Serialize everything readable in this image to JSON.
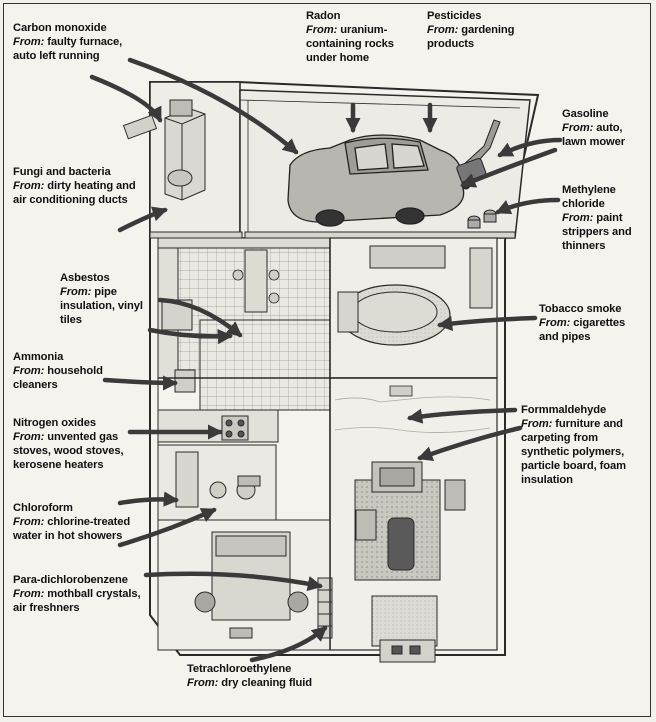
{
  "labels": {
    "carbon_monoxide": {
      "name": "Carbon monoxide",
      "from": "From:",
      "source": "faulty furnace, auto left running"
    },
    "radon": {
      "name": "Radon",
      "from": "From:",
      "source": "uranium-containing rocks under home"
    },
    "pesticides": {
      "name": "Pesticides",
      "from": "From:",
      "source": "gardening products"
    },
    "gasoline": {
      "name": "Gasoline",
      "from": "From:",
      "source": "auto, lawn mower"
    },
    "fungi": {
      "name": "Fungi and bacteria",
      "from": "From:",
      "source": "dirty heating and air conditioning ducts"
    },
    "methylene": {
      "name": "Methylene chloride",
      "from": "From:",
      "source": "paint strippers and thinners"
    },
    "asbestos": {
      "name": "Asbestos",
      "from": "From:",
      "source": "pipe insulation, vinyl tiles"
    },
    "tobacco": {
      "name": "Tobacco smoke",
      "from": "From:",
      "source": "cigarettes and pipes"
    },
    "ammonia": {
      "name": "Ammonia",
      "from": "From:",
      "source": "household cleaners"
    },
    "formaldehyde": {
      "name": "Formmaldehyde",
      "from": "From:",
      "source": "furniture and carpeting from synthetic polymers, particle board, foam insulation"
    },
    "nitrogen": {
      "name": "Nitrogen oxides",
      "from": "From:",
      "source": "unvented gas stoves, wood stoves, kerosene heaters"
    },
    "chloroform": {
      "name": "Chloroform",
      "from": "From:",
      "source": "chlorine-treated water in hot showers"
    },
    "para": {
      "name": "Para-dichlorobenzene",
      "from": "From:",
      "source": "mothball crystals, air freshners"
    },
    "tetra": {
      "name": "Tetrachloroethylene",
      "from": "From:",
      "source": "dry cleaning fluid"
    }
  }
}
